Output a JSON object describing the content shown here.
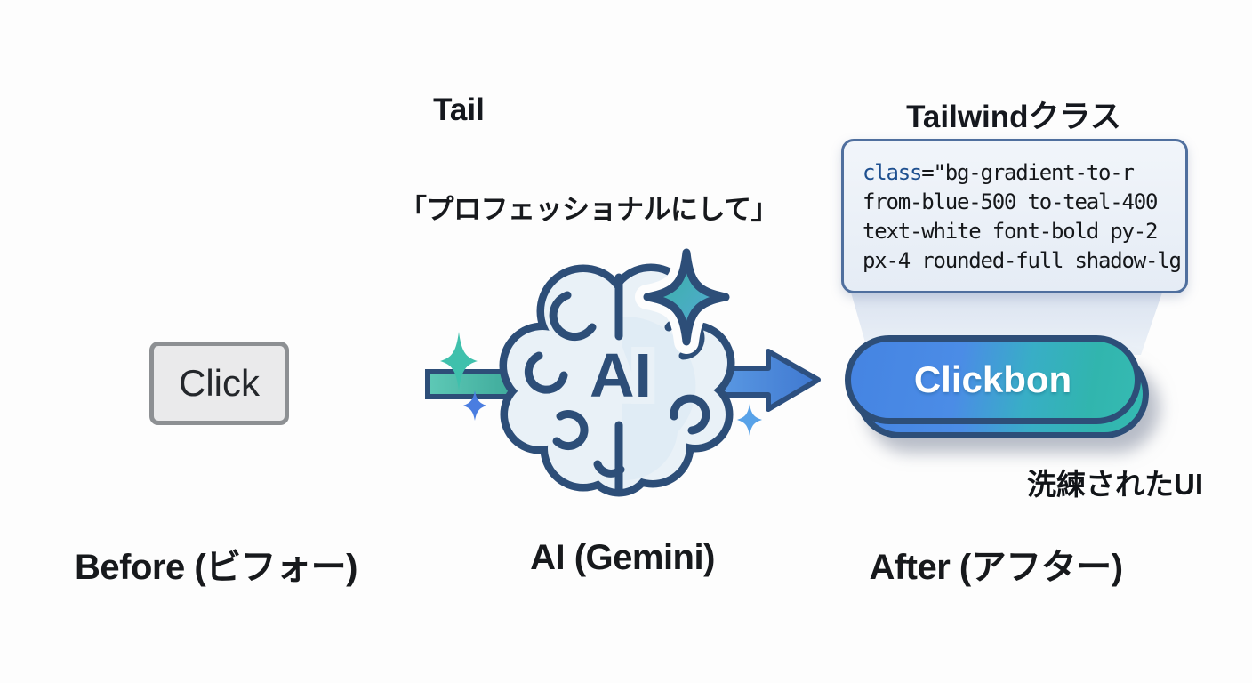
{
  "titles": {
    "prompt_heading": "Tail",
    "tailwind_heading": "Tailwindクラス"
  },
  "prompt": {
    "text": "「プロフェッショナルにして」"
  },
  "code_box": {
    "keyword": "class",
    "line1_rest": "=\"bg-gradient-to-r",
    "line2": "from-blue-500 to-teal-400",
    "line3": "text-white font-bold py-2",
    "line4": "px-4 rounded-full shadow-lg"
  },
  "before": {
    "button_label": "Click",
    "caption": "Before (ビフォー)"
  },
  "ai": {
    "brain_label": "AI",
    "caption": "AI (Gemini)"
  },
  "after": {
    "button_label": "Clickbon",
    "caption": "After (アフター)",
    "note": "洗練されたUI"
  },
  "colors": {
    "navy_outline": "#2d4e78",
    "button_gradient_from": "#4584e2",
    "button_gradient_to": "#31b5ae",
    "arrow_teal": "#4cbcab",
    "arrow_blue": "#4e8edc",
    "teal_sparkle": "#3fc0ac",
    "blue_sparkle": "#4a7de0",
    "code_keyword": "#1d4f8f",
    "code_border": "#4f6f9e"
  }
}
